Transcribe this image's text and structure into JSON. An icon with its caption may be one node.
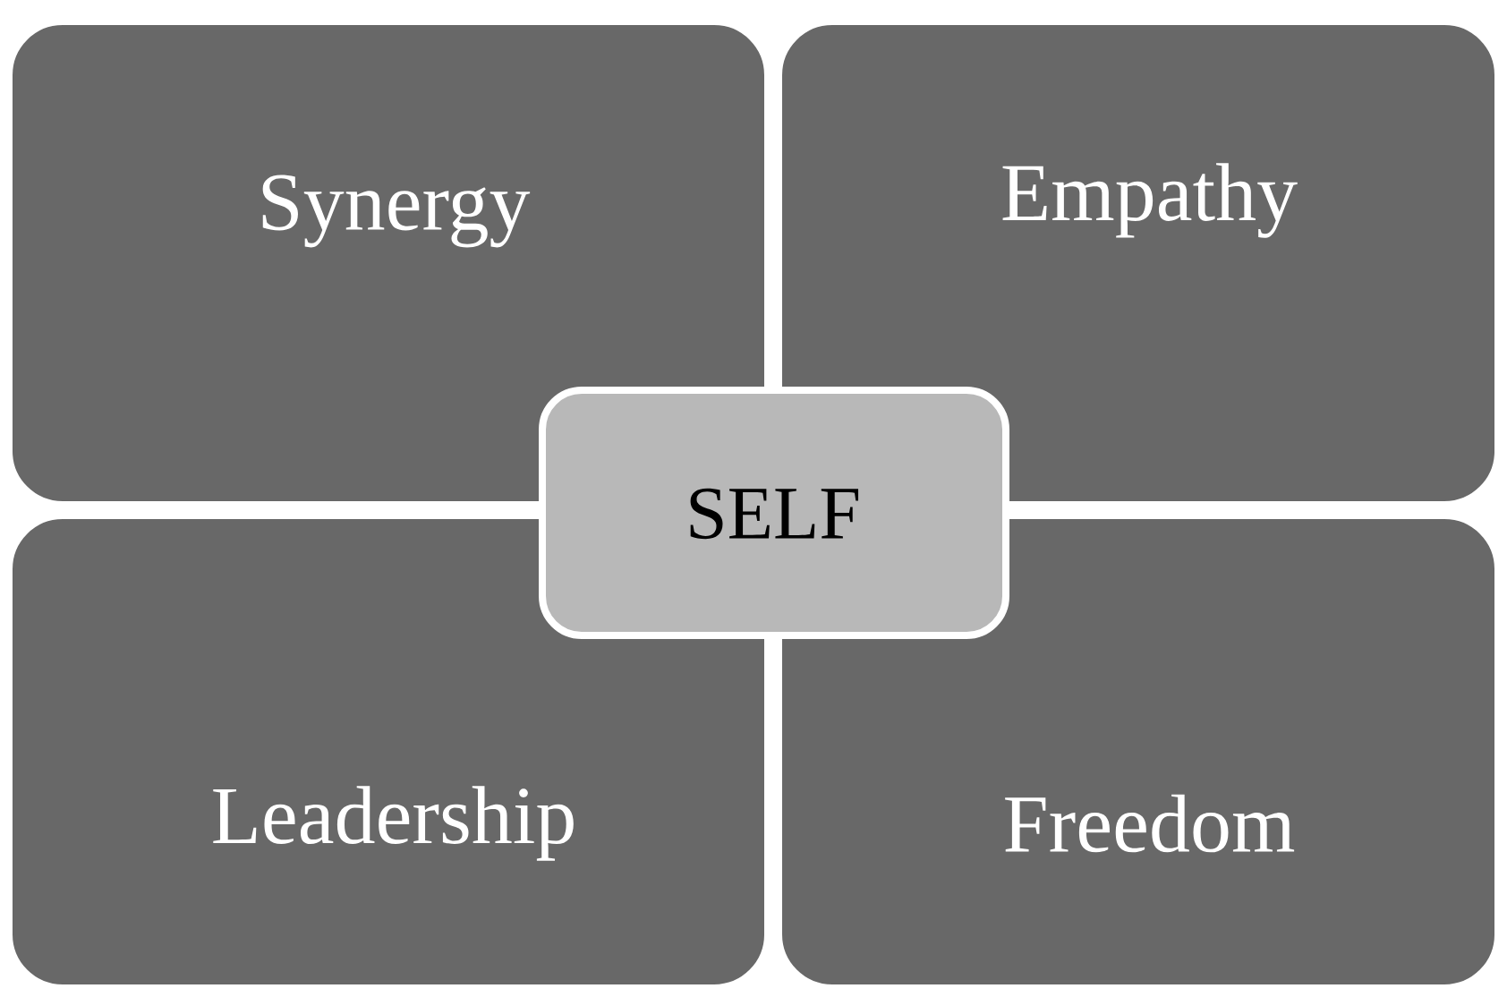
{
  "diagram": {
    "nodes": [
      {
        "text": [
          "Synergy"
        ]
      },
      {
        "text": [
          "Empathy"
        ]
      },
      {
        "text": [
          "SELF"
        ]
      },
      {
        "text": [
          "Leadership"
        ]
      },
      {
        "text": [
          "Freedom"
        ]
      }
    ]
  }
}
